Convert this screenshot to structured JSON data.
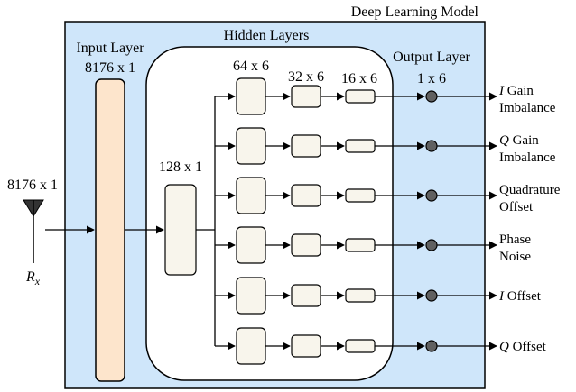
{
  "title": "Deep Learning Model",
  "input_dim": "8176 x 1",
  "receiver": {
    "symbol": "R",
    "subscript": "x"
  },
  "input_layer": {
    "label": "Input Layer",
    "dim": "8176 x 1"
  },
  "hidden_layers": {
    "label": "Hidden Layers",
    "shared_dim": "128 x 1",
    "branch_dims": [
      "64 x 6",
      "32 x 6",
      "16 x 6"
    ]
  },
  "output_layer": {
    "label": "Output Layer",
    "dim": "1 x 6"
  },
  "outputs": [
    {
      "italic": "I",
      "line1": " Gain",
      "line2": "Imbalance"
    },
    {
      "italic": "Q",
      "line1": " Gain",
      "line2": "Imbalance"
    },
    {
      "italic": "",
      "line1": "Quadrature",
      "line2": "Offset"
    },
    {
      "italic": "",
      "line1": "Phase",
      "line2": "Noise"
    },
    {
      "italic": "I",
      "line1": " Offset",
      "line2": ""
    },
    {
      "italic": "Q",
      "line1": " Offset",
      "line2": ""
    }
  ],
  "colors": {
    "model_bg": "#cfe6fa",
    "input_layer_fill": "#fde5cc",
    "node_fill": "#f8f5ec",
    "output_node": "#606060"
  }
}
